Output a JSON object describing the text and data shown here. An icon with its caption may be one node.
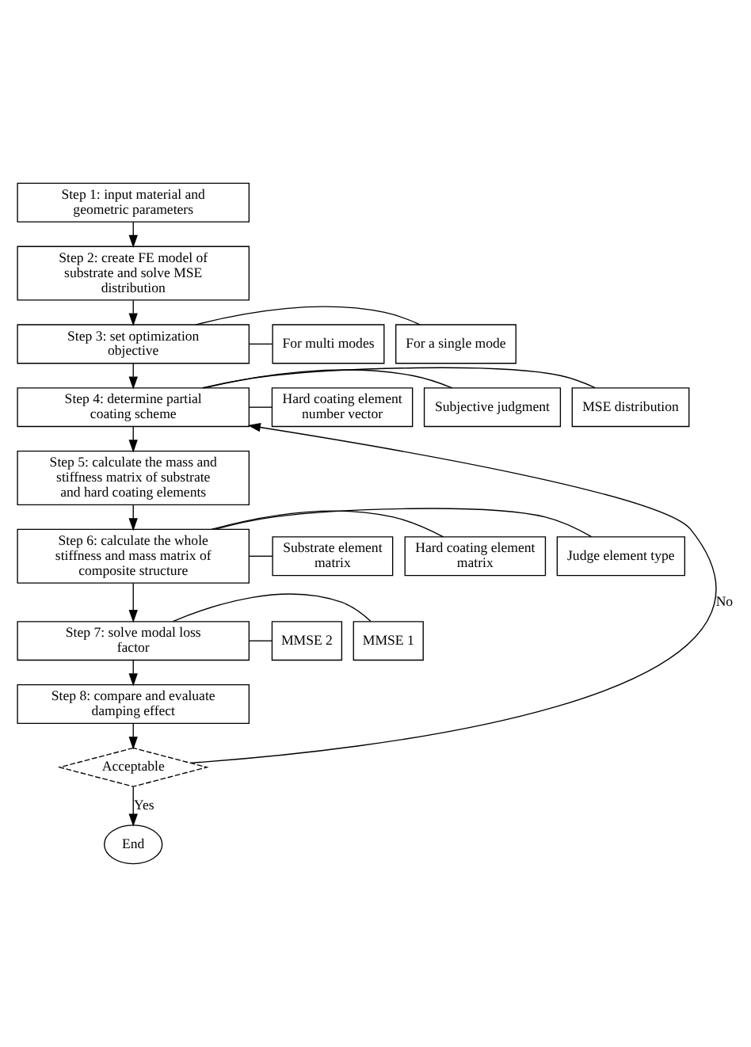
{
  "diagram": {
    "nodes": [
      {
        "text": [
          "Step 1: input material and geometric parameters"
        ]
      },
      {
        "text": [
          "Step 2: create FE model of substrate and solve MSE distribution"
        ]
      },
      {
        "text": [
          "Step 3: set optimization objective"
        ]
      },
      {
        "text": [
          "For a single mode"
        ]
      },
      {
        "text": [
          "For multi modes"
        ]
      },
      {
        "text": [
          "Step 4: determine partial coating scheme"
        ]
      },
      {
        "text": [
          "MSE distribution"
        ]
      },
      {
        "text": [
          "Subjective judgment"
        ]
      },
      {
        "text": [
          "Hard coating element number vector"
        ]
      },
      {
        "text": [
          "Step 5: calculate the mass and stiffness matrix of substrate and hard coating elements"
        ]
      },
      {
        "text": [
          "Step 6: calculate the whole stiffness and mass matrix of composite structure"
        ]
      },
      {
        "text": [
          "Judge element type"
        ]
      },
      {
        "text": [
          "Hard coating element matrix"
        ]
      },
      {
        "text": [
          "Substrate element matrix"
        ]
      },
      {
        "text": [
          "Step 7: solve modal loss factor"
        ]
      },
      {
        "text": [
          "MMSE 1"
        ]
      },
      {
        "text": [
          "MMSE 2"
        ]
      },
      {
        "text": [
          "Step 8: compare and evaluate damping effect"
        ]
      },
      {
        "text": [
          "Acceptable"
        ]
      },
      {
        "text": [
          "End"
        ]
      }
    ],
    "edges": [
      {
        "from": 0,
        "to": 1,
        "arrow": "to"
      },
      {
        "from": 1,
        "to": 2,
        "arrow": "to"
      },
      {
        "from": 2,
        "to": 3,
        "arrow": "none"
      },
      {
        "from": 2,
        "to": 4,
        "arrow": "none"
      },
      {
        "from": 2,
        "to": 5,
        "arrow": "to"
      },
      {
        "from": 5,
        "to": 6,
        "arrow": "none"
      },
      {
        "from": 5,
        "to": 7,
        "arrow": "none"
      },
      {
        "from": 5,
        "to": 8,
        "arrow": "none"
      },
      {
        "from": 5,
        "to": 9,
        "arrow": "to"
      },
      {
        "from": 9,
        "to": 10,
        "arrow": "to"
      },
      {
        "from": 10,
        "to": 11,
        "arrow": "none"
      },
      {
        "from": 10,
        "to": 12,
        "arrow": "none"
      },
      {
        "from": 10,
        "to": 13,
        "arrow": "none"
      },
      {
        "from": 10,
        "to": 14,
        "arrow": "to"
      },
      {
        "from": 14,
        "to": 15,
        "arrow": "none"
      },
      {
        "from": 14,
        "to": 16,
        "arrow": "none"
      },
      {
        "from": 14,
        "to": 17,
        "arrow": "to"
      },
      {
        "from": 17,
        "to": 18,
        "arrow": "to"
      },
      {
        "from": 18,
        "to": 19,
        "label": "Yes",
        "arrow": "to"
      },
      {
        "from": 18,
        "to": 5,
        "label": "No",
        "arrow": "to"
      }
    ]
  }
}
